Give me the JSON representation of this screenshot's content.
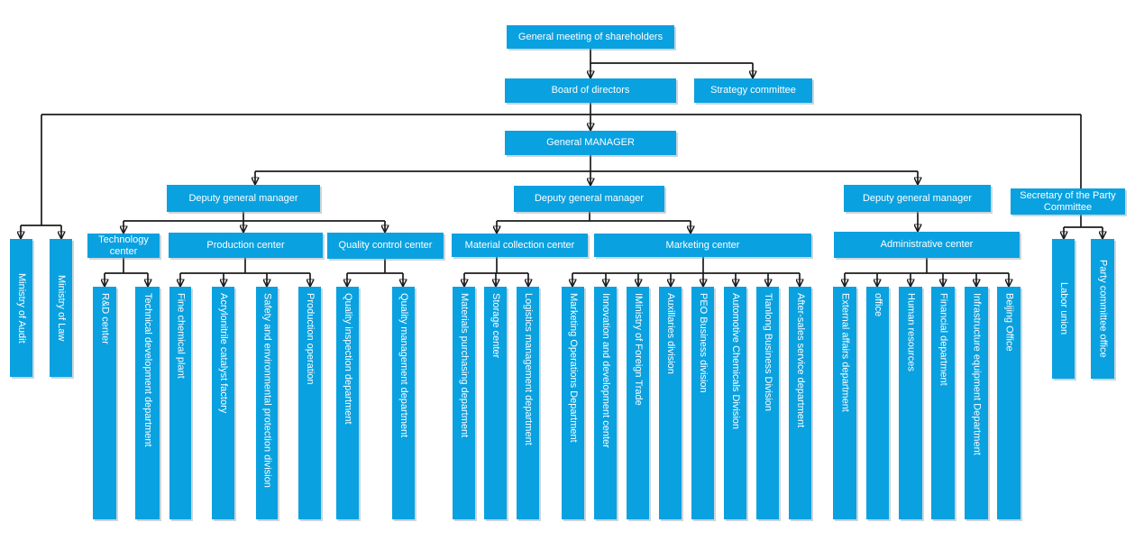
{
  "palette": {
    "node_fill": "#0aa1e0",
    "node_text": "#ffffff",
    "line_color": "#1b1b1b",
    "background": "#ffffff"
  },
  "nodes": {
    "shareholders": {
      "label": "General meeting of shareholders"
    },
    "board": {
      "label": "Board of directors"
    },
    "strategy": {
      "label": "Strategy committee"
    },
    "gm": {
      "label": "General MANAGER"
    },
    "dgm1": {
      "label": "Deputy general manager"
    },
    "dgm2": {
      "label": "Deputy general manager"
    },
    "dgm3": {
      "label": "Deputy general manager"
    },
    "secretary": {
      "label": "Secretary of the Party Committee"
    },
    "audit": {
      "label": "Ministry of Audit"
    },
    "law": {
      "label": "Ministry of Law"
    },
    "tech_center": {
      "label": "Technology center"
    },
    "prod_center": {
      "label": "Production center"
    },
    "qc_center": {
      "label": "Quality control center"
    },
    "mcc": {
      "label": "Material collection center"
    },
    "mkt_center": {
      "label": "Marketing center"
    },
    "admin_center": {
      "label": "Administrative center"
    },
    "rd": {
      "label": "R&D center"
    },
    "tdd": {
      "label": "Technical development department"
    },
    "fcp": {
      "label": "Fine chemical plant"
    },
    "acf": {
      "label": "Acrylonitrile catalyst factory"
    },
    "sep": {
      "label": "Safety and environmental protection division"
    },
    "po": {
      "label": "Production operation"
    },
    "qid": {
      "label": "Quality inspection department"
    },
    "qmd": {
      "label": "Quality management department"
    },
    "mpd": {
      "label": "Materials purchasing department"
    },
    "sc": {
      "label": "Storage center"
    },
    "lmd": {
      "label": "Logistics management department"
    },
    "mod": {
      "label": "Marketing Operations Department"
    },
    "idc": {
      "label": "Innovation and development center"
    },
    "mft": {
      "label": "IMinistry of Foreign Trade"
    },
    "aux": {
      "label": "Auxillaries division"
    },
    "peo": {
      "label": "PEO Business division"
    },
    "acd": {
      "label": "Automotive Chemicals Division"
    },
    "tbd": {
      "label": "Tianlong Business Division"
    },
    "asd": {
      "label": "After-sales service department"
    },
    "ead": {
      "label": "External affairs department"
    },
    "office": {
      "label": "office"
    },
    "hr": {
      "label": "Human resources"
    },
    "fd": {
      "label": "Financial department"
    },
    "ied": {
      "label": "Infrastructure equipment Department"
    },
    "bo": {
      "label": "Beijing Office"
    },
    "lu": {
      "label": "Labor union"
    },
    "pco": {
      "label": "Party committee office"
    }
  }
}
